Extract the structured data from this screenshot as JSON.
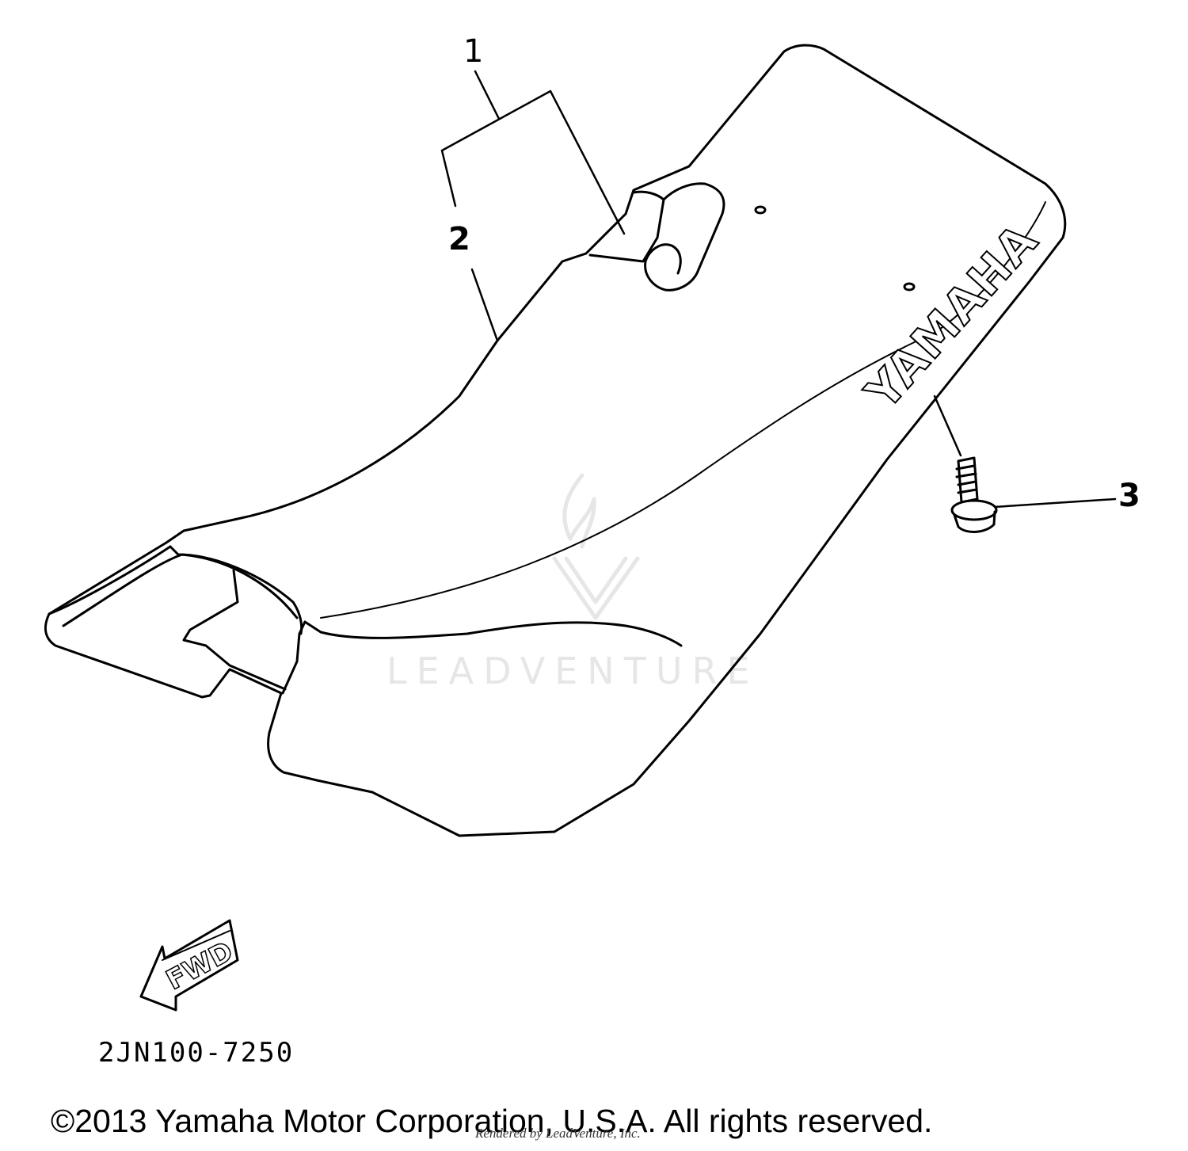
{
  "diagram": {
    "callouts": [
      "1",
      "2",
      "3"
    ],
    "brand_lettering": "YAMAHA",
    "direction_label": "FWD",
    "diagram_code": "2JN100-7250",
    "copyright": "©2013 Yamaha Motor Corporation, U.S.A. All rights reserved.",
    "rendered_by": "Rendered by LeadVenture, Inc.",
    "watermark": "LEADVENTURE",
    "colors": {
      "line": "#000000",
      "background": "#ffffff",
      "watermark": "#e6e6e6"
    }
  }
}
